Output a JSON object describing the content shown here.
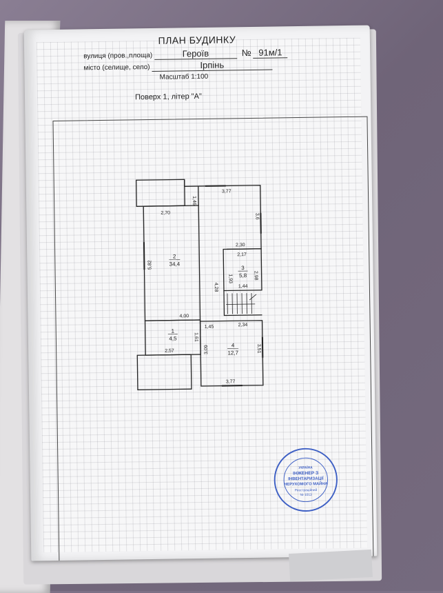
{
  "header": {
    "title": "ПЛАН БУДИНКУ",
    "street_label": "вулиця (пров.,площа)",
    "street_value": "Героїв",
    "number_label": "№",
    "number_value": "91м/1",
    "city_label": "місто (селище, село)",
    "city_value": "Ірпінь",
    "scale": "Масштаб 1:100"
  },
  "floor": {
    "title": "Поверх 1, літер \"А\""
  },
  "rooms": [
    {
      "id": "2",
      "area": "34,4"
    },
    {
      "id": "3",
      "area": "5,8"
    },
    {
      "id": "1",
      "area": "4,5"
    },
    {
      "id": "4",
      "area": "12,7"
    }
  ],
  "dimensions": {
    "top_wall": "3,77",
    "hall_top": "2,70",
    "short_vert": "1,46",
    "right_top": "3,6",
    "mid_horiz": "2,30",
    "left_vert": "5,82",
    "room3_top": "2,17",
    "room3_left": "1,93",
    "room3_right": "2,98",
    "room3_bottom": "1,44",
    "center_vert": "4,28",
    "hall_bottom": "4,00",
    "small_horiz": "1,45",
    "room4_top": "2,34",
    "room1_right": "1,61",
    "room1_bottom": "2,57",
    "room4_left": "3,09",
    "room4_right": "3,51",
    "room4_bottom": "3,77"
  },
  "stamp": {
    "line1": "УКРАЇНА",
    "line2": "ІНЖЕНЕР З",
    "line3": "ІНВЕНТАРИЗАЦІЇ",
    "line4": "НЕРУХОМОГО МАЙНА",
    "line5": "Реєстраційний",
    "line6": "№ 1013",
    "color": "#3d5fc4"
  }
}
